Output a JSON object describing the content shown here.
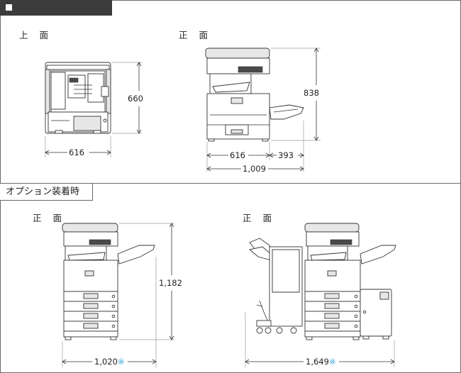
{
  "header": {
    "title": "外形寸法図（単位：㎜）"
  },
  "top_section": {
    "top_view": {
      "label": "上 面",
      "depth": "660",
      "width": "616"
    },
    "front_view": {
      "label": "正 面",
      "height": "838",
      "width_main": "616",
      "width_tray": "393",
      "width_total": "1,009"
    }
  },
  "options_section": {
    "title": "オプション装着時",
    "front_left": {
      "label": "正 面",
      "height": "1,182",
      "width": "1,020",
      "mark": "※"
    },
    "front_right": {
      "label": "正 面",
      "width": "1,649",
      "mark": "※"
    }
  },
  "colors": {
    "header_bg": "#3b3b3b",
    "asterisk": "#38a8d6",
    "border": "#6a6a6a"
  }
}
